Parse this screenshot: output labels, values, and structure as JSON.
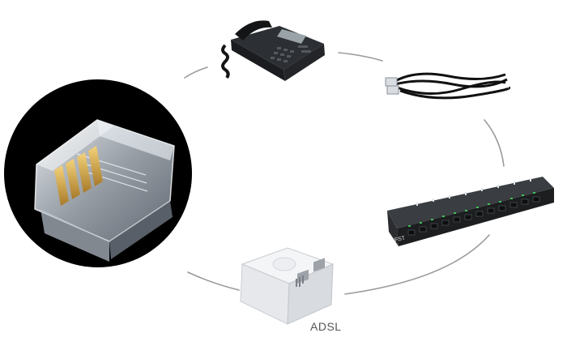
{
  "products": [
    {
      "name": "rj11-connector",
      "icon": "rj11-plug-icon"
    },
    {
      "name": "desk-telephone",
      "icon": "telephone-icon"
    },
    {
      "name": "telephone-cable",
      "icon": "cable-icon"
    },
    {
      "name": "patch-panel",
      "icon": "patch-panel-icon",
      "brand_text": "FST"
    },
    {
      "name": "adsl-splitter",
      "icon": "splitter-icon",
      "caption": "ADSL"
    }
  ],
  "colors": {
    "background": "#ffffff",
    "arc": "#9a9a9a",
    "disc": "#000000",
    "caption": "#555555"
  }
}
